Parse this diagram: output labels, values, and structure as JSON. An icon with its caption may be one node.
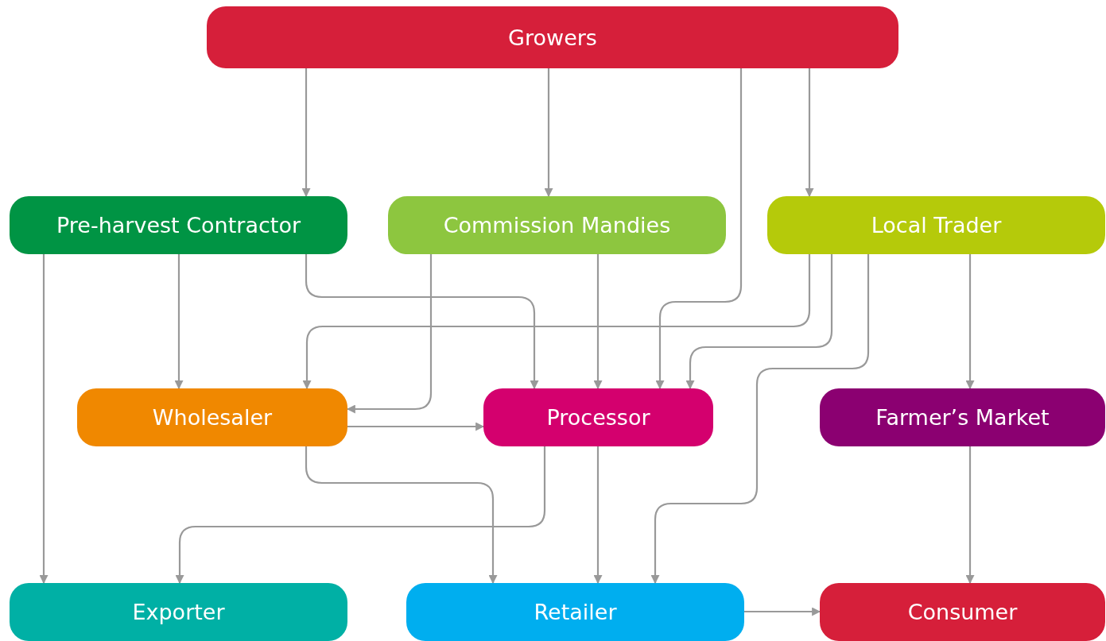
{
  "diagram": {
    "nodes": [
      {
        "text": [
          "Growers"
        ]
      },
      {
        "text": [
          "Pre-harvest Contractor"
        ]
      },
      {
        "text": [
          "Commission Mandies"
        ]
      },
      {
        "text": [
          "Local Trader"
        ]
      },
      {
        "text": [
          "Wholesaler"
        ]
      },
      {
        "text": [
          "Processor"
        ]
      },
      {
        "text": [
          "Farmer’s Market"
        ]
      },
      {
        "text": [
          "Exporter"
        ]
      },
      {
        "text": [
          "Retailer"
        ]
      },
      {
        "text": [
          "Consumer"
        ]
      }
    ],
    "edges": [
      {
        "from": 0,
        "to": 1,
        "arrow": "to"
      },
      {
        "from": 0,
        "to": 2,
        "arrow": "to"
      },
      {
        "from": 0,
        "to": 5,
        "arrow": "to"
      },
      {
        "from": 0,
        "to": 3,
        "arrow": "to"
      },
      {
        "from": 1,
        "to": 7,
        "arrow": "to"
      },
      {
        "from": 1,
        "to": 4,
        "arrow": "to"
      },
      {
        "from": 1,
        "to": 5,
        "arrow": "to"
      },
      {
        "from": 2,
        "to": 4,
        "arrow": "to"
      },
      {
        "from": 2,
        "to": 5,
        "arrow": "to"
      },
      {
        "from": 3,
        "to": 4,
        "arrow": "to"
      },
      {
        "from": 3,
        "to": 5,
        "arrow": "to"
      },
      {
        "from": 3,
        "to": 8,
        "arrow": "to"
      },
      {
        "from": 3,
        "to": 6,
        "arrow": "to"
      },
      {
        "from": 4,
        "to": 5,
        "arrow": "to"
      },
      {
        "from": 4,
        "to": 8,
        "arrow": "to"
      },
      {
        "from": 5,
        "to": 7,
        "arrow": "to"
      },
      {
        "from": 5,
        "to": 8,
        "arrow": "to"
      },
      {
        "from": 6,
        "to": 9,
        "arrow": "to"
      },
      {
        "from": 8,
        "to": 9,
        "arrow": "to"
      }
    ]
  }
}
